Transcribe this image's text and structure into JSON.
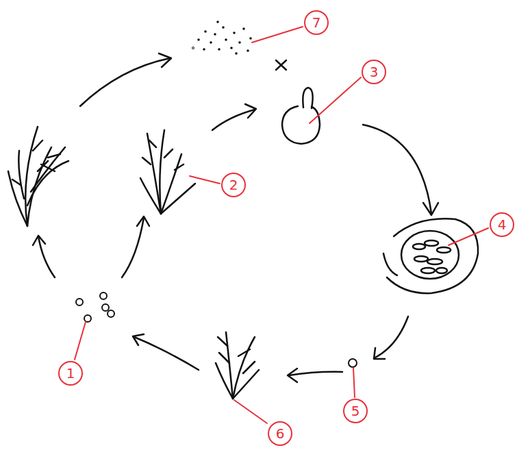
{
  "diagram": {
    "labels": [
      "7",
      "3",
      "2",
      "4",
      "1",
      "5",
      "6"
    ]
  }
}
